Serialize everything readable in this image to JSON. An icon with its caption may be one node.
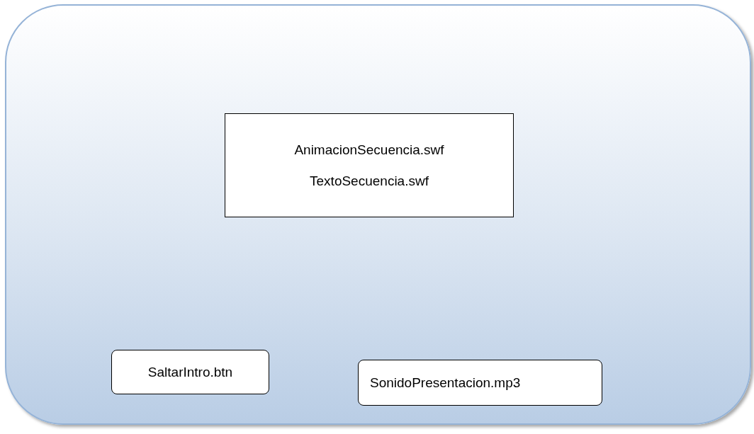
{
  "diagram": {
    "nodes": [
      {
        "text": [],
        "shape": "box"
      },
      {
        "text": [
          "AnimacionSecuencia.swf",
          "TextoSecuencia.swf"
        ],
        "in": 0
      },
      {
        "text": [
          "SaltarIntro.btn"
        ],
        "in": 0
      },
      {
        "text": [
          "SonidoPresentacion.mp3"
        ],
        "in": 0
      }
    ]
  }
}
